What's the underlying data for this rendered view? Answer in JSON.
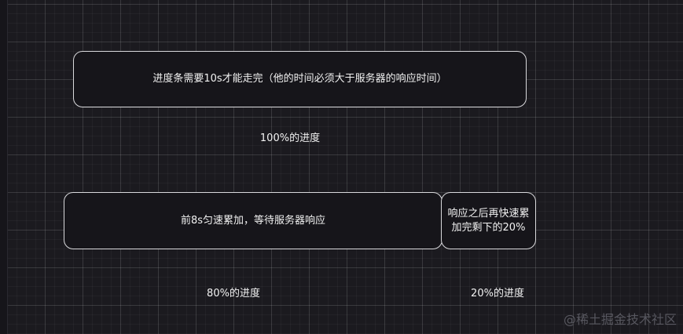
{
  "boxes": {
    "top": "进度条需要10s才能走完（他的时间必须大于服务器的响应时间）",
    "bottom_left": "前8s匀速累加，等待服务器响应",
    "bottom_right_line1": "响应之后再快速累",
    "bottom_right_line2": "加完剩下的20%"
  },
  "labels": {
    "top_progress": "100%的进度",
    "left_progress": "80%的进度",
    "right_progress": "20%的进度"
  },
  "watermark": "@稀土掘金技术社区"
}
